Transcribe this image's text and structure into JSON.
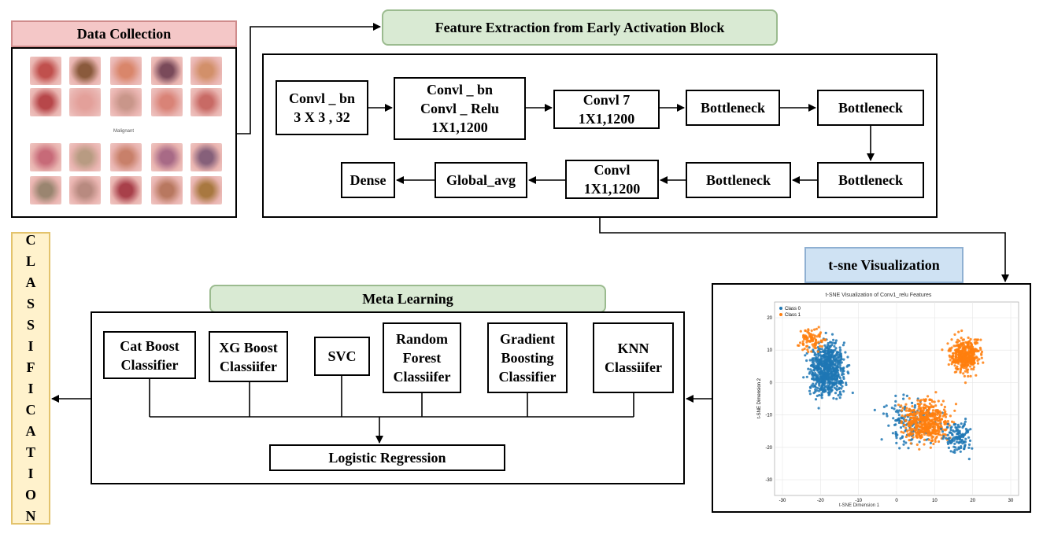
{
  "data_collection": {
    "title": "Data Collection",
    "section_label": "Malignant",
    "thumb_colors": [
      "#c0504d",
      "#8a5a3c",
      "#d9866b",
      "#7a4a5a",
      "#d2906a",
      "#b7474a",
      "#e3a09a",
      "#c9968a",
      "#d98377",
      "#c86a65",
      "#c76a78",
      "#b89b82",
      "#c8806a",
      "#a86a86",
      "#86607a",
      "#9a8570",
      "#b88a80",
      "#a8404a",
      "#b87860",
      "#a87840"
    ]
  },
  "feature_extraction": {
    "title": "Feature Extraction from Early Activation Block",
    "blocks": {
      "b1": "Convl _ bn\n3 X 3 , 32",
      "b2": "Convl _ bn\nConvl _ Relu\n1X1,1200",
      "b3": "Convl 7\n1X1,1200",
      "b4": "Bottleneck",
      "b5": "Bottleneck",
      "b6": "Bottleneck",
      "b7": "Bottleneck",
      "b8": "Convl\n1X1,1200",
      "b9": "Global_avg",
      "b10": "Dense"
    }
  },
  "tsne": {
    "title": "t-sne Visualization",
    "plot_title": "t-SNE Visualization of Conv1_relu Features",
    "legend": [
      "Class 0",
      "Class 1"
    ],
    "xlabel": "t-SNE Dimension 1",
    "ylabel": "t-SNE Dimension 2",
    "colors": [
      "#1f77b4",
      "#ff7f0e"
    ],
    "xticks": [
      "-30",
      "-20",
      "-10",
      "0",
      "10",
      "20",
      "30"
    ],
    "yticks": [
      "20",
      "10",
      "0",
      "-10",
      "-20",
      "-30"
    ]
  },
  "meta_learning": {
    "title": "Meta Learning",
    "classifiers": {
      "c1": "Cat Boost\nClassifier",
      "c2": "XG Boost\nClassiifer",
      "c3": "SVC",
      "c4": "Random\nForest\nClassiifer",
      "c5": "Gradient\nBoosting\nClassifier",
      "c6": "KNN\nClassiifer"
    },
    "final": "Logistic Regression"
  },
  "classification": {
    "letters": [
      "C",
      "L",
      "A",
      "S",
      "S",
      "I",
      "F",
      "I",
      "C",
      "A",
      "T",
      "I",
      "O",
      "N"
    ]
  }
}
